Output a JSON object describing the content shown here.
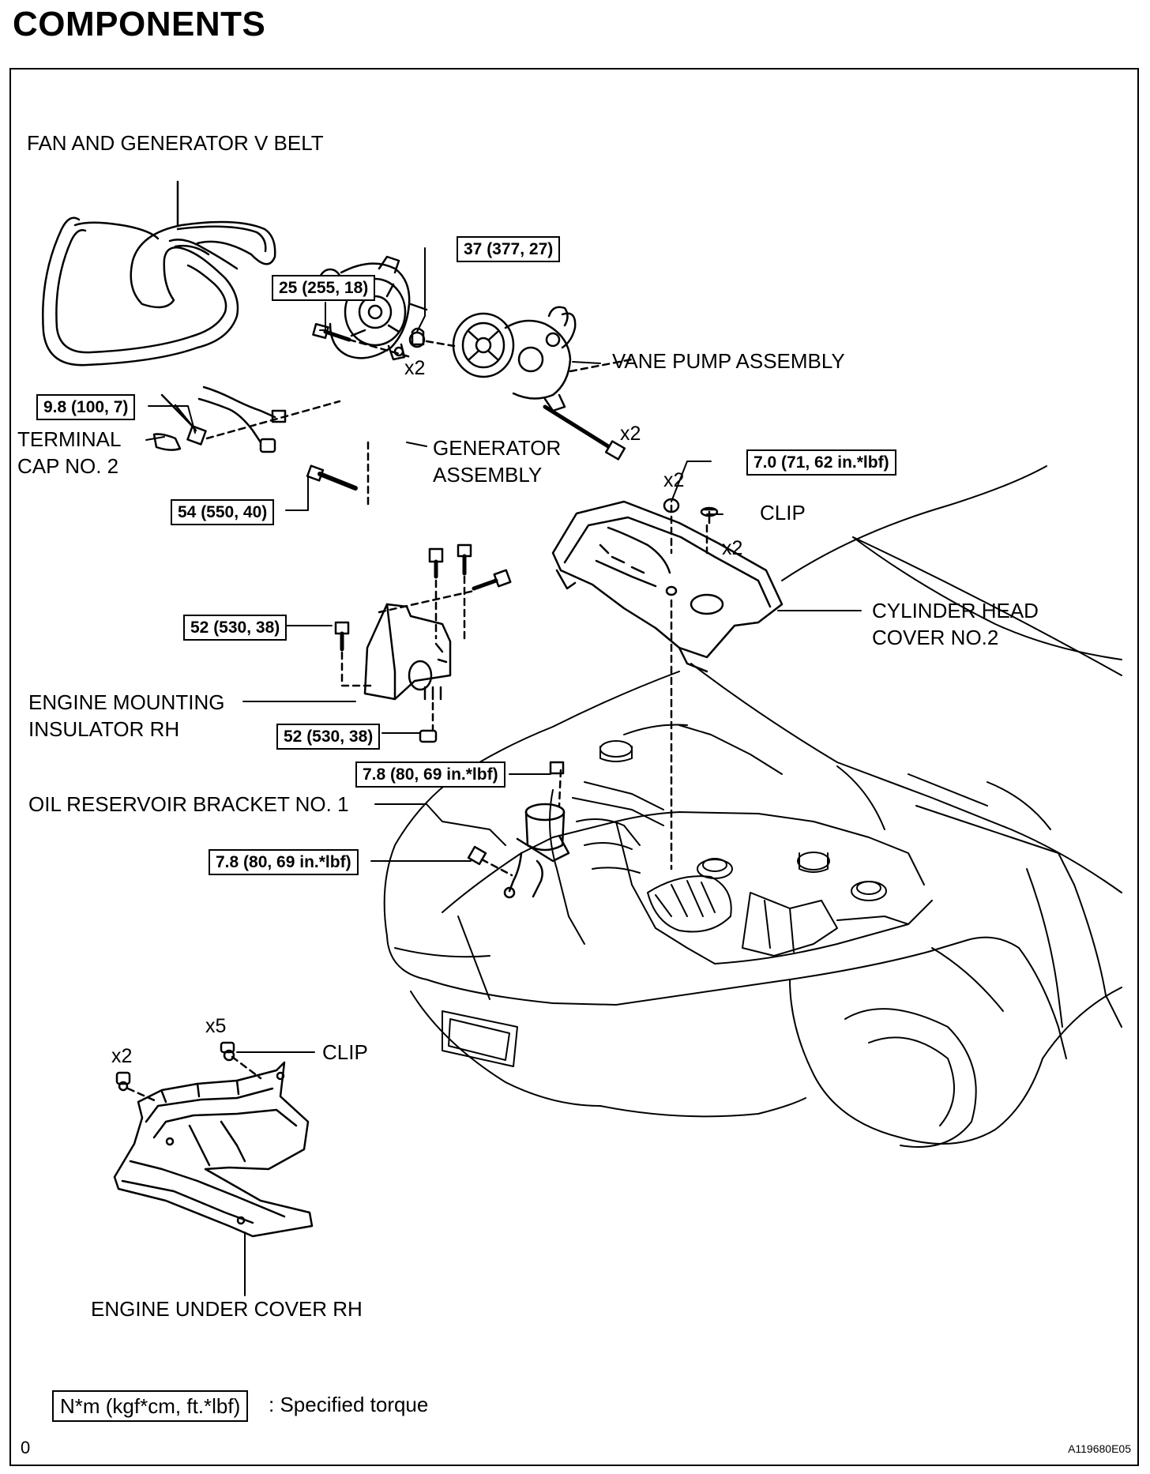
{
  "title": "COMPONENTS",
  "labels": {
    "fan_belt": "FAN AND GENERATOR V BELT",
    "vane_pump": "VANE PUMP ASSEMBLY",
    "terminal_cap_1": "TERMINAL",
    "terminal_cap_2": "CAP NO. 2",
    "generator_1": "GENERATOR",
    "generator_2": "ASSEMBLY",
    "clip_top": "CLIP",
    "cyl_cover_1": "CYLINDER HEAD",
    "cyl_cover_2": "COVER NO.2",
    "mount_1": "ENGINE MOUNTING",
    "mount_2": "INSULATOR RH",
    "oil_bracket": "OIL RESERVOIR BRACKET NO. 1",
    "clip_bottom": "CLIP",
    "under_cover": "ENGINE UNDER COVER RH"
  },
  "torques": {
    "t_37": "37 (377, 27)",
    "t_25": "25 (255, 18)",
    "t_9_8": "9.8 (100, 7)",
    "t_54": "54 (550, 40)",
    "t_7_0": "7.0 (71, 62 in.*lbf)",
    "t_52a": "52 (530, 38)",
    "t_52b": "52 (530, 38)",
    "t_7_8a": "7.8 (80, 69 in.*lbf)",
    "t_7_8b": "7.8 (80, 69 in.*lbf)"
  },
  "quantities": {
    "q_pump_nut": "x2",
    "q_pump_bolt": "x2",
    "q_cover_nut": "x2",
    "q_clip_top": "x2",
    "q_clip_bottom": "x5",
    "q_under_bolt": "x2"
  },
  "legend": {
    "unit": "N*m (kgf*cm, ft.*lbf)",
    "text": ": Specified torque"
  },
  "footer": {
    "left_mark": "0",
    "code": "A119680E05"
  }
}
